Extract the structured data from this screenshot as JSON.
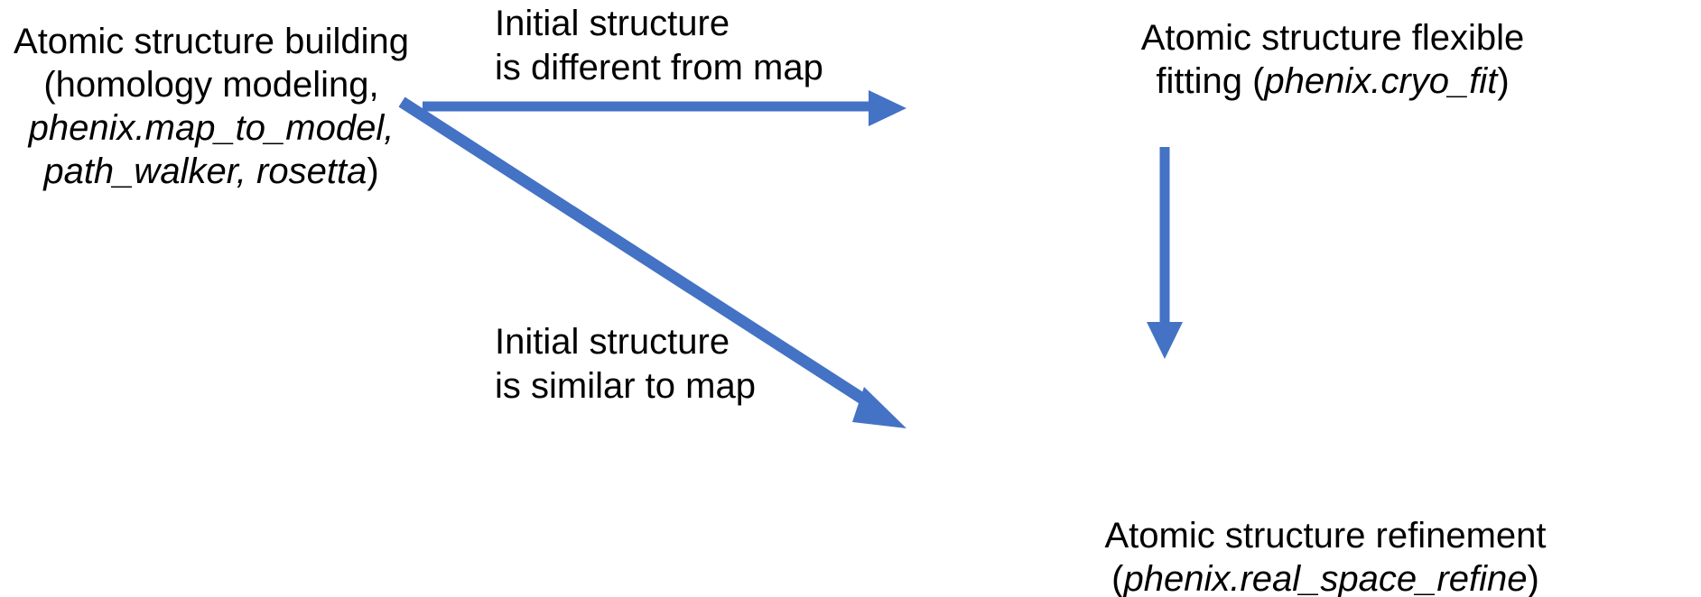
{
  "diagram": {
    "title": "Atomic structure building and refinement workflow",
    "accent_color": "#4472C4",
    "text_color": "#000000",
    "background_color": "#FFFFFF",
    "nodes": [
      {
        "id": "building",
        "lines": [
          {
            "text": "Atomic structure building",
            "italic": false
          },
          {
            "text": "(homology modeling,",
            "italic": false
          },
          {
            "text": "phenix.map_to_model,",
            "italic": true
          },
          {
            "text": "path_walker, rosetta",
            "italic": true,
            "suffix": ")"
          }
        ]
      },
      {
        "id": "flexible-fitting",
        "lines": [
          {
            "text": "Atomic structure flexible",
            "italic": false
          },
          {
            "text": "fitting (",
            "italic": false,
            "italic_part": "phenix.cryo_fit",
            "suffix": ")"
          }
        ]
      },
      {
        "id": "refinement",
        "lines": [
          {
            "text": "Atomic structure refinement",
            "italic": false
          },
          {
            "text": "(",
            "italic": false,
            "italic_part": "phenix.real_space_refine",
            "suffix": ")"
          }
        ]
      }
    ],
    "edge_labels": [
      {
        "id": "different",
        "lines": [
          "Initial structure",
          "is different from map"
        ]
      },
      {
        "id": "similar",
        "lines": [
          "Initial structure",
          "is similar to map"
        ]
      }
    ],
    "arrows": [
      {
        "id": "building-to-flexfit",
        "from": "building",
        "to": "flexible-fitting",
        "direction": "right"
      },
      {
        "id": "building-to-refine",
        "from": "building",
        "to": "refinement",
        "direction": "down-right"
      },
      {
        "id": "flexfit-to-refine",
        "from": "flexible-fitting",
        "to": "refinement",
        "direction": "down"
      }
    ]
  },
  "text": {
    "building": {
      "line1": "Atomic structure building",
      "line2": "(homology modeling,",
      "line3": "phenix.map_to_model,",
      "line4a": "path_walker, rosetta",
      "line4b": ")"
    },
    "flexfit": {
      "line1": "Atomic structure flexible",
      "line2a": "fitting (",
      "line2b": "phenix.cryo_fit",
      "line2c": ")"
    },
    "refine": {
      "line1": "Atomic structure refinement",
      "line2a": "(",
      "line2b": "phenix.real_space_refine",
      "line2c": ")"
    },
    "label_different": {
      "line1": "Initial structure",
      "line2": "is different from map"
    },
    "label_similar": {
      "line1": "Initial structure",
      "line2": "is similar to map"
    }
  }
}
